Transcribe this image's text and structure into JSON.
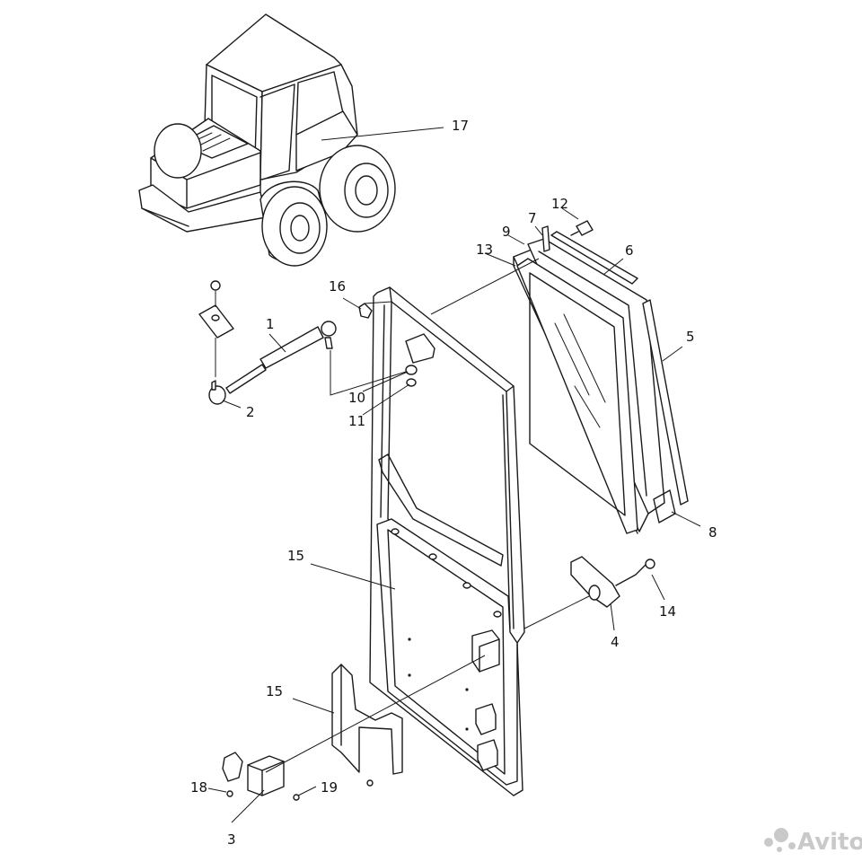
{
  "callouts": {
    "c1": "1",
    "c2": "2",
    "c3": "3",
    "c4": "4",
    "c5": "5",
    "c6": "6",
    "c7": "7",
    "c8": "8",
    "c9": "9",
    "c10": "10",
    "c11": "11",
    "c12": "12",
    "c13": "13",
    "c14": "14",
    "c15a": "15",
    "c15b": "15",
    "c16": "16",
    "c17": "17",
    "c18": "18",
    "c19": "19"
  },
  "watermark": {
    "text": "Avito",
    "color": "#c9c9c9"
  },
  "colors": {
    "line": "#1a1a1a",
    "background": "#ffffff"
  }
}
